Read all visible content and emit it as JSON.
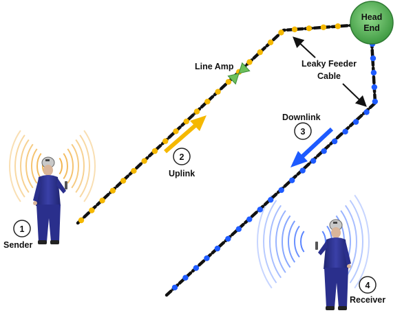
{
  "labels": {
    "head_end_line1": "Head",
    "head_end_line2": "End",
    "line_amp": "Line Amp",
    "leaky_feeder_line1": "Leaky Feeder",
    "leaky_feeder_line2": "Cable",
    "downlink": "Downlink",
    "uplink": "Uplink",
    "sender": "Sender",
    "receiver": "Receiver"
  },
  "steps": [
    "1",
    "2",
    "3",
    "4"
  ],
  "colors": {
    "uplink": "#f5b800",
    "downlink": "#1e5bff",
    "cable": "#111111",
    "head_end": "#5ab85a",
    "line_amp": "#6cc05a",
    "miner_suit": "#2a2f8c",
    "sender_waves": "#f0a830",
    "receiver_waves": "#3d6fff"
  }
}
